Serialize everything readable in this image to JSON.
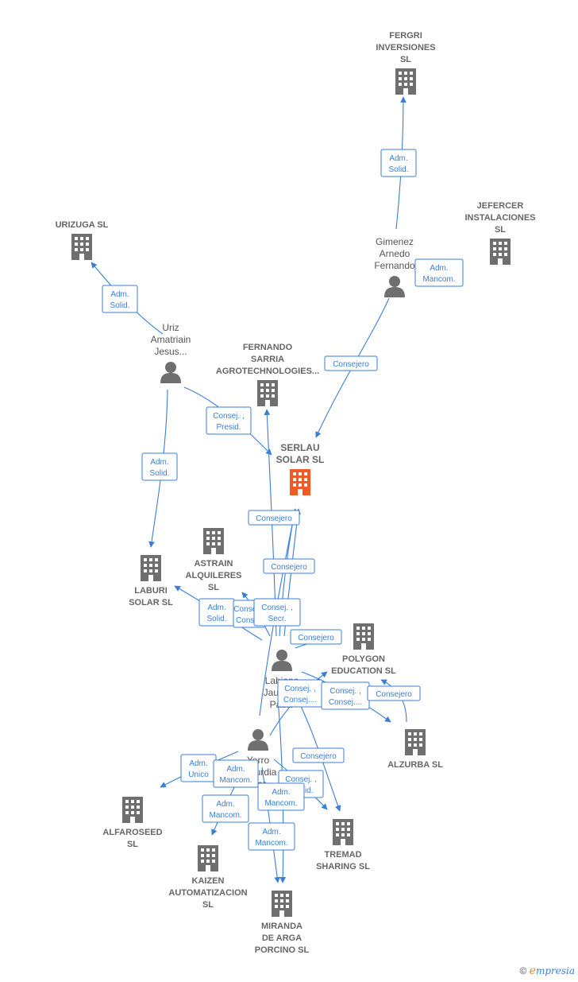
{
  "colors": {
    "edge": "#3a7fd5",
    "company": "#6f6f6f",
    "main_company": "#f15a24",
    "person": "#6f6f6f"
  },
  "companies": [
    {
      "id": "fergri",
      "lines": [
        "FERGRI",
        "INVERSIONES",
        "SL"
      ],
      "main": false
    },
    {
      "id": "jefercer",
      "lines": [
        "JEFERCER",
        "INSTALACIONES",
        "SL"
      ],
      "main": false
    },
    {
      "id": "urizuga",
      "lines": [
        "URIZUGA  SL"
      ],
      "main": false
    },
    {
      "id": "fernando",
      "lines": [
        "FERNANDO",
        "SARRIA",
        "AGROTECHNOLOGIES..."
      ],
      "main": false
    },
    {
      "id": "serlau",
      "lines": [
        "SERLAU",
        "SOLAR  SL"
      ],
      "main": true
    },
    {
      "id": "astrain",
      "lines": [
        "ASTRAIN",
        "ALQUILERES",
        "SL"
      ],
      "main": false
    },
    {
      "id": "laburi",
      "lines": [
        "LABURI",
        "SOLAR  SL"
      ],
      "main": false
    },
    {
      "id": "polygon",
      "lines": [
        "POLYGON",
        "EDUCATION SL"
      ],
      "main": false
    },
    {
      "id": "alzurba",
      "lines": [
        "ALZURBA  SL"
      ],
      "main": false
    },
    {
      "id": "alfaroseed",
      "lines": [
        "ALFAROSEED",
        "SL"
      ],
      "main": false
    },
    {
      "id": "tremad",
      "lines": [
        "TREMAD",
        "SHARING  SL"
      ],
      "main": false
    },
    {
      "id": "kaizen",
      "lines": [
        "KAIZEN",
        "AUTOMATIZACION",
        "SL"
      ],
      "main": false
    },
    {
      "id": "miranda",
      "lines": [
        "MIRANDA",
        "DE ARGA",
        "PORCINO  SL"
      ],
      "main": false
    }
  ],
  "persons": [
    {
      "id": "gimenez",
      "lines": [
        "Gimenez",
        "Arnedo",
        "Fernando"
      ]
    },
    {
      "id": "uriz",
      "lines": [
        "Uriz",
        "Amatriain",
        "Jesus..."
      ]
    },
    {
      "id": "labiano",
      "lines": [
        "Labiano",
        "Jaurrieta",
        "Pablo"
      ]
    },
    {
      "id": "yerro",
      "lines": [
        "Yerro",
        "Ezcurdia",
        "Iker"
      ]
    }
  ],
  "edge_labels": [
    {
      "id": "e1",
      "lines": [
        "Adm.",
        "Solid."
      ]
    },
    {
      "id": "e2",
      "lines": [
        "Adm.",
        "Mancom."
      ]
    },
    {
      "id": "e3",
      "lines": [
        "Consejero"
      ]
    },
    {
      "id": "e4",
      "lines": [
        "Adm.",
        "Solid."
      ]
    },
    {
      "id": "e5",
      "lines": [
        "Consej. ,",
        "Presid."
      ]
    },
    {
      "id": "e6",
      "lines": [
        "Adm.",
        "Solid."
      ]
    },
    {
      "id": "e7",
      "lines": [
        "Consejero"
      ]
    },
    {
      "id": "e8",
      "lines": [
        "Consejero"
      ]
    },
    {
      "id": "e9",
      "lines": [
        "Adm.",
        "Solid."
      ]
    },
    {
      "id": "e10",
      "lines": [
        "Consej. ,",
        "Consej."
      ]
    },
    {
      "id": "e11",
      "lines": [
        "Consej. ,",
        "Secr."
      ]
    },
    {
      "id": "e12",
      "lines": [
        "Consejero"
      ]
    },
    {
      "id": "e13",
      "lines": [
        "Consej. ,",
        "Consej...."
      ]
    },
    {
      "id": "e14",
      "lines": [
        "Consej. ,",
        "Consej...."
      ]
    },
    {
      "id": "e15",
      "lines": [
        "Consejero"
      ]
    },
    {
      "id": "e16",
      "lines": [
        "Consejero"
      ]
    },
    {
      "id": "e17",
      "lines": [
        "Adm.",
        "Unico"
      ]
    },
    {
      "id": "e18",
      "lines": [
        "Adm.",
        "Mancom."
      ]
    },
    {
      "id": "e19",
      "lines": [
        "Consej. ,",
        "Presid."
      ]
    },
    {
      "id": "e20",
      "lines": [
        "Adm.",
        "Mancom."
      ]
    },
    {
      "id": "e21",
      "lines": [
        "Adm.",
        "Mancom."
      ]
    },
    {
      "id": "e22",
      "lines": [
        "Adm.",
        "Mancom."
      ]
    }
  ],
  "footer": {
    "copyright": "©",
    "brand_initial": "e",
    "brand_rest": "mpresia"
  }
}
